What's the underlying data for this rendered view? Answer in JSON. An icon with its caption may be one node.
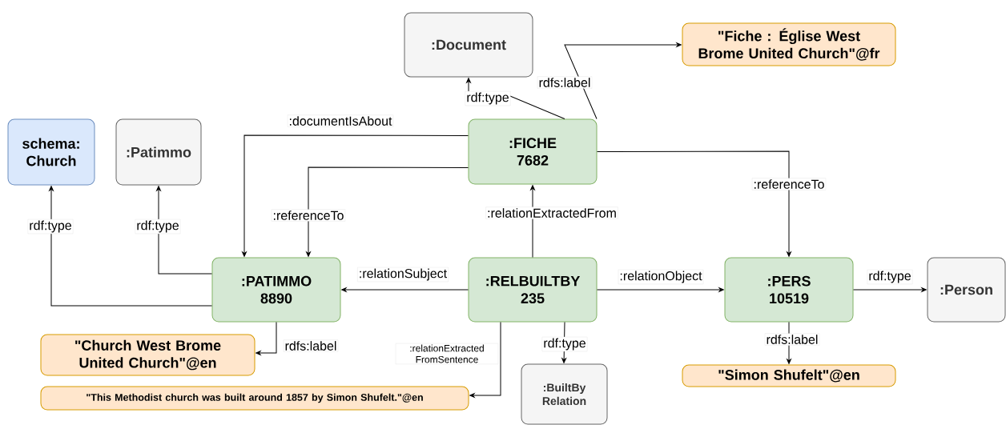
{
  "diagram": {
    "nodes": [
      {
        "text": [
          ":Document"
        ]
      },
      {
        "text": [
          "\"Fiche : Église West Brome United Church\"@fr"
        ]
      },
      {
        "text": [
          "schema: Church"
        ]
      },
      {
        "text": [
          ":Patimmo"
        ]
      },
      {
        "text": [
          ":FICHE",
          "7682"
        ]
      },
      {
        "text": [
          ":PATIMMO",
          "8890"
        ]
      },
      {
        "text": [
          ":RELBUILTBY",
          "235"
        ]
      },
      {
        "text": [
          ":PERS",
          "10519"
        ]
      },
      {
        "text": [
          ":Person"
        ]
      },
      {
        "text": [
          "\"Church West Brome United Church\"@en"
        ]
      },
      {
        "text": [
          "\"This Methodist church was built around 1857 by Simon Shufelt.\"@en"
        ]
      },
      {
        "text": [
          "\"Simon Shufelt\"@en"
        ]
      },
      {
        "text": [
          ":BuiltBy Relation"
        ]
      }
    ],
    "edges": [
      {
        "from": 4,
        "to": 0,
        "arrow": "to",
        "label": "rdf:type"
      },
      {
        "from": 4,
        "to": 1,
        "arrow": "to",
        "label": "rdfs:label"
      },
      {
        "from": 4,
        "to": 5,
        "arrow": "to",
        "label": ":documentIsAbout"
      },
      {
        "from": 4,
        "to": 5,
        "arrow": "to",
        "label": ":referenceTo"
      },
      {
        "from": 4,
        "to": 7,
        "arrow": "to",
        "label": ":referenceTo"
      },
      {
        "from": 6,
        "to": 4,
        "arrow": "to",
        "label": ":relationExtractedFrom"
      },
      {
        "from": 6,
        "to": 5,
        "arrow": "to",
        "label": ":relationSubject"
      },
      {
        "from": 6,
        "to": 7,
        "arrow": "to",
        "label": ":relationObject"
      },
      {
        "from": 7,
        "to": 8,
        "arrow": "to",
        "label": "rdf:type"
      },
      {
        "from": 7,
        "to": 11,
        "arrow": "to",
        "label": "rdfs:label"
      },
      {
        "from": 5,
        "to": 3,
        "arrow": "to",
        "label": "rdf:type"
      },
      {
        "from": 5,
        "to": 2,
        "arrow": "to",
        "label": "rdf:type"
      },
      {
        "from": 5,
        "to": 9,
        "arrow": "to",
        "label": "rdfs:label"
      },
      {
        "from": 6,
        "to": 10,
        "arrow": "to",
        "label": ":relationExtracted FromSentence"
      },
      {
        "from": 6,
        "to": 12,
        "arrow": "to",
        "label": "rdf:type"
      }
    ]
  }
}
